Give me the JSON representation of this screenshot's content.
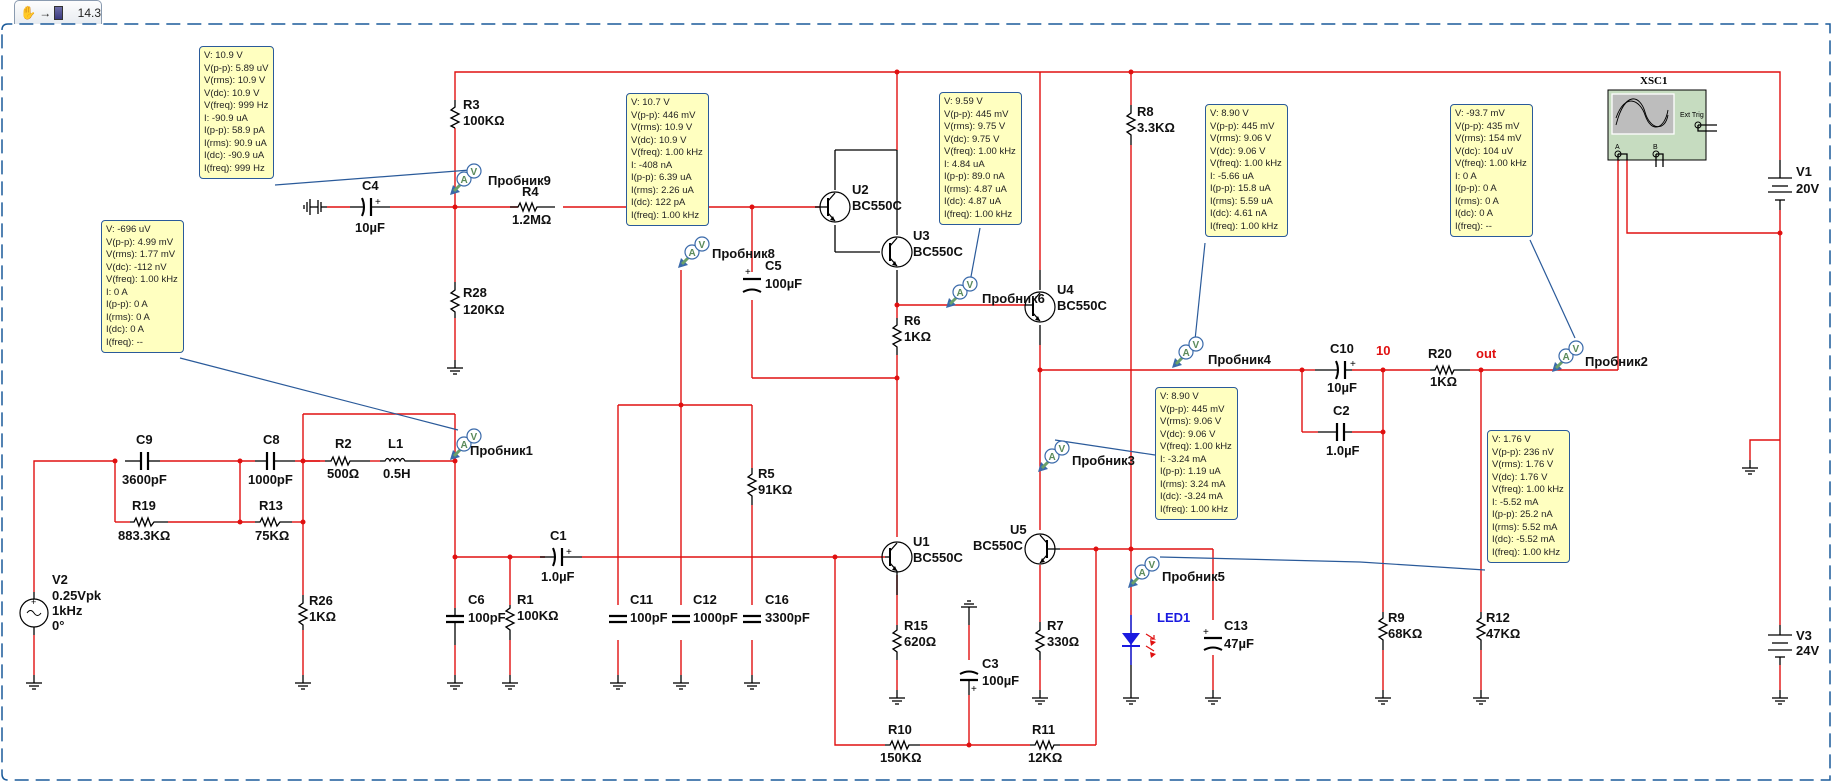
{
  "tab": {
    "zoom": "14.3",
    "hand_icon": "hand-pan-icon",
    "app_icon": "multisim-icon"
  },
  "nets": {
    "n10": "10",
    "out": "out"
  },
  "components": {
    "V2": {
      "name": "V2",
      "v1": "0.25Vpk",
      "v2": "1kHz",
      "v3": "0°"
    },
    "C9": {
      "name": "C9",
      "value": "3600pF"
    },
    "C8": {
      "name": "C8",
      "value": "1000pF"
    },
    "R19": {
      "name": "R19",
      "value": "883.3KΩ"
    },
    "R13": {
      "name": "R13",
      "value": "75KΩ"
    },
    "R2": {
      "name": "R2",
      "value": "500Ω"
    },
    "L1": {
      "name": "L1",
      "value": "0.5H"
    },
    "R26": {
      "name": "R26",
      "value": "1KΩ"
    },
    "C6": {
      "name": "C6",
      "value": "100pF"
    },
    "R1": {
      "name": "R1",
      "value": "100KΩ"
    },
    "C1": {
      "name": "C1",
      "value": "1.0µF"
    },
    "C11": {
      "name": "C11",
      "value": "100pF"
    },
    "C12": {
      "name": "C12",
      "value": "1000pF"
    },
    "C16": {
      "name": "C16",
      "value": "3300pF"
    },
    "R5": {
      "name": "R5",
      "value": "91KΩ"
    },
    "R3": {
      "name": "R3",
      "value": "100KΩ"
    },
    "R28": {
      "name": "R28",
      "value": "120KΩ"
    },
    "R4": {
      "name": "R4",
      "value": "1.2MΩ"
    },
    "C4": {
      "name": "C4",
      "value": "10µF"
    },
    "C5": {
      "name": "C5",
      "value": "100µF"
    },
    "U1": {
      "name": "U1",
      "value": "BC550C"
    },
    "U2": {
      "name": "U2",
      "value": "BC550C"
    },
    "U3": {
      "name": "U3",
      "value": "BC550C"
    },
    "U4": {
      "name": "U4",
      "value": "BC550C"
    },
    "U5": {
      "name": "U5",
      "value": "BC550C"
    },
    "R6": {
      "name": "R6",
      "value": "1KΩ"
    },
    "R8": {
      "name": "R8",
      "value": "3.3KΩ"
    },
    "R15": {
      "name": "R15",
      "value": "620Ω"
    },
    "R7": {
      "name": "R7",
      "value": "330Ω"
    },
    "C3": {
      "name": "C3",
      "value": "100µF"
    },
    "R10": {
      "name": "R10",
      "value": "150KΩ"
    },
    "R11": {
      "name": "R11",
      "value": "12KΩ"
    },
    "LED1": {
      "name": "LED1"
    },
    "C13": {
      "name": "C13",
      "value": "47µF"
    },
    "C10": {
      "name": "C10",
      "value": "10µF"
    },
    "C2": {
      "name": "C2",
      "value": "1.0µF"
    },
    "R20": {
      "name": "R20",
      "value": "1KΩ"
    },
    "R9": {
      "name": "R9",
      "value": "68KΩ"
    },
    "R12": {
      "name": "R12",
      "value": "47KΩ"
    },
    "XSC1": {
      "name": "XSC1",
      "ext_trig": "Ext Trig",
      "chA": "A",
      "chB": "B"
    },
    "V1": {
      "name": "V1",
      "value": "20V"
    },
    "V3": {
      "name": "V3",
      "value": "24V"
    }
  },
  "probes": {
    "p1": {
      "label": "Пробник1",
      "lines": [
        "V: -696 uV",
        "V(p-p): 4.99 mV",
        "V(rms): 1.77 mV",
        "V(dc): -112 nV",
        "V(freq): 1.00 kHz",
        "I: 0 A",
        "I(p-p): 0 A",
        "I(rms): 0 A",
        "I(dc): 0 A",
        "I(freq): --"
      ]
    },
    "p9": {
      "label": "Пробник9",
      "lines": [
        "V: 10.9 V",
        "V(p-p): 5.89 uV",
        "V(rms): 10.9 V",
        "V(dc): 10.9 V",
        "V(freq): 999 Hz",
        "I: -90.9 uA",
        "I(p-p): 58.9 pA",
        "I(rms): 90.9 uA",
        "I(dc): -90.9 uA",
        "I(freq): 999 Hz"
      ]
    },
    "p8": {
      "label": "Пробник8",
      "lines": [
        "V: 10.7 V",
        "V(p-p): 446 mV",
        "V(rms): 10.9 V",
        "V(dc): 10.9 V",
        "V(freq): 1.00 kHz",
        "I: -408 nA",
        "I(p-p): 6.39 uA",
        "I(rms): 2.26 uA",
        "I(dc): 122 pA",
        "I(freq): 1.00 kHz"
      ]
    },
    "p6": {
      "label": "Пробник6",
      "lines": [
        "V: 9.59 V",
        "V(p-p): 445 mV",
        "V(rms): 9.75 V",
        "V(dc): 9.75 V",
        "V(freq): 1.00 kHz",
        "I: 4.84 uA",
        "I(p-p): 89.0 nA",
        "I(rms): 4.87 uA",
        "I(dc): 4.87 uA",
        "I(freq): 1.00 kHz"
      ]
    },
    "p4": {
      "label": "Пробник4",
      "lines": [
        "V: 8.90 V",
        "V(p-p): 445 mV",
        "V(rms): 9.06 V",
        "V(dc): 9.06 V",
        "V(freq): 1.00 kHz",
        "I: -5.66 uA",
        "I(p-p): 15.8 uA",
        "I(rms): 5.59 uA",
        "I(dc): 4.61 nA",
        "I(freq): 1.00 kHz"
      ]
    },
    "p2": {
      "label": "Пробник2",
      "lines": [
        "V: -93.7 mV",
        "V(p-p): 435 mV",
        "V(rms): 154 mV",
        "V(dc): 104 uV",
        "V(freq): 1.00 kHz",
        "I: 0 A",
        "I(p-p): 0 A",
        "I(rms): 0 A",
        "I(dc): 0 A",
        "I(freq): --"
      ]
    },
    "p3": {
      "label": "Пробник3",
      "lines": [
        "V: 8.90 V",
        "V(p-p): 445 mV",
        "V(rms): 9.06 V",
        "V(dc): 9.06 V",
        "V(freq): 1.00 kHz",
        "I: -3.24 mA",
        "I(p-p): 1.19 uA",
        "I(rms): 3.24 mA",
        "I(dc): -3.24 mA",
        "I(freq): 1.00 kHz"
      ]
    },
    "p5": {
      "label": "Пробник5",
      "lines": [
        "V: 1.76 V",
        "V(p-p): 236 nV",
        "V(rms): 1.76 V",
        "V(dc): 1.76 V",
        "V(freq): 1.00 kHz",
        "I: -5.52 mA",
        "I(p-p): 25.2 nA",
        "I(rms): 5.52 mA",
        "I(dc): -5.52 mA",
        "I(freq): 1.00 kHz"
      ]
    }
  }
}
